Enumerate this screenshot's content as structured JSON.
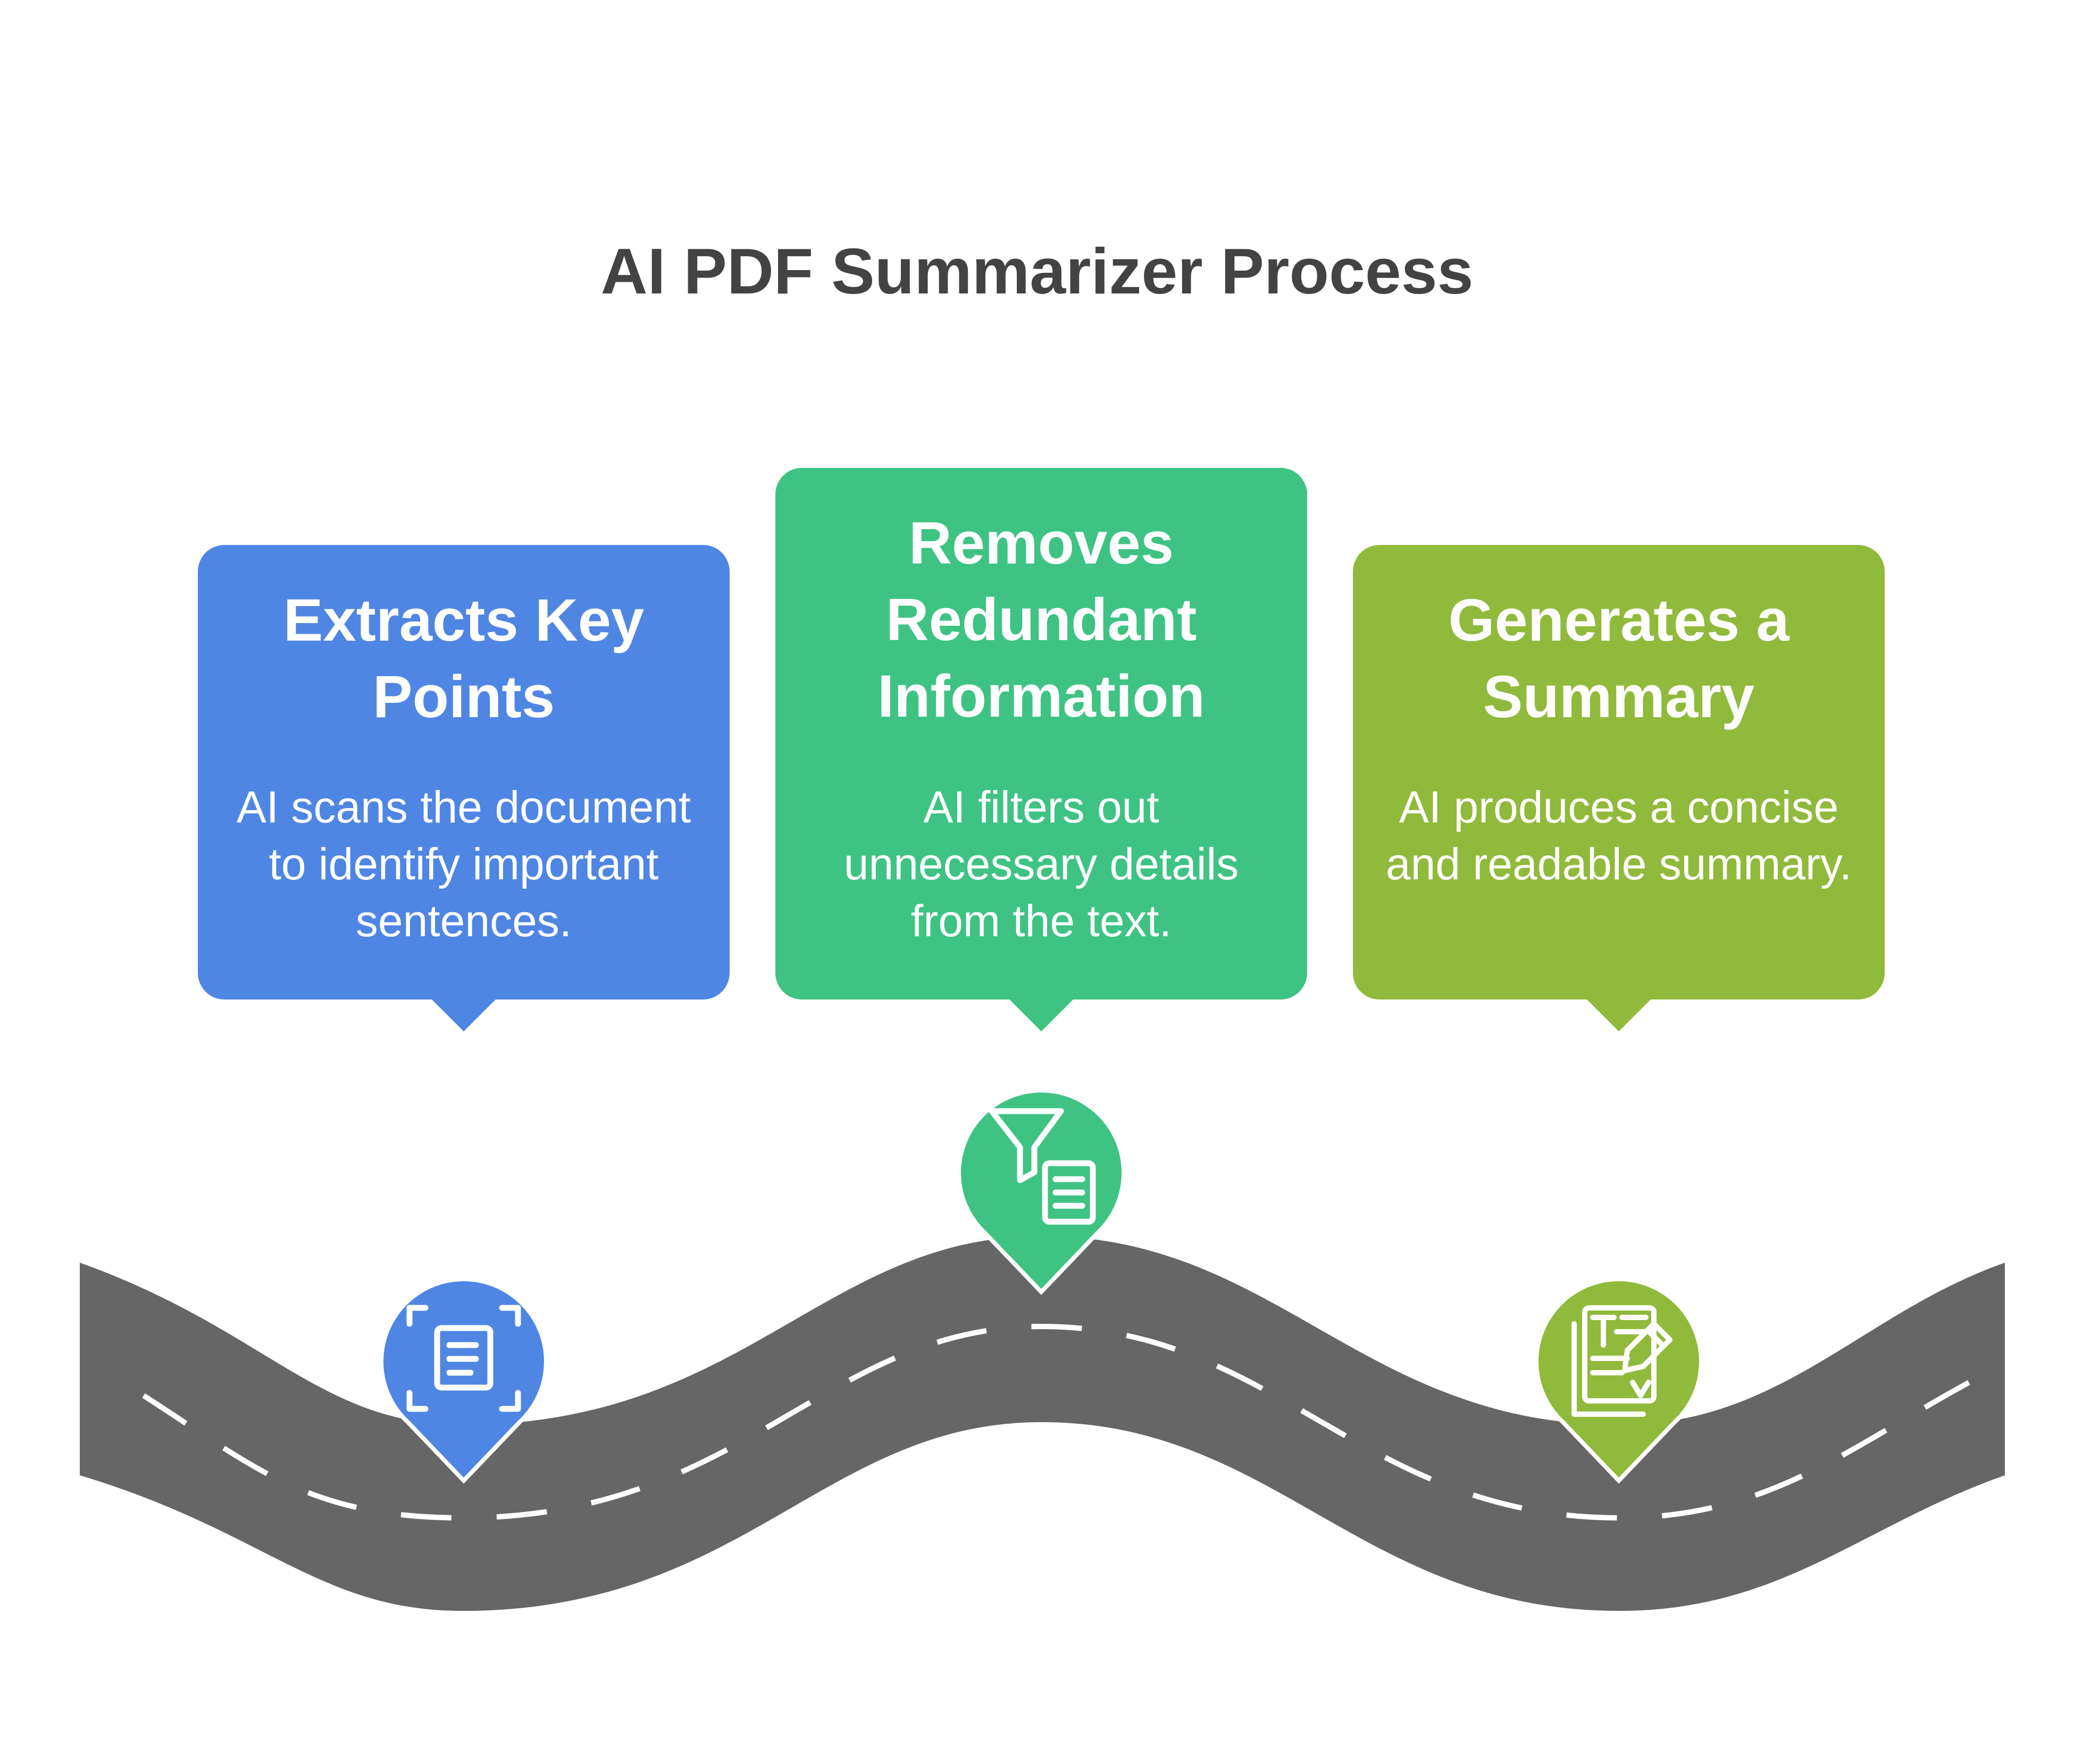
{
  "title": "AI PDF Summarizer Process",
  "steps": [
    {
      "title": "Extracts Key Points",
      "description": "AI scans the document to identify important sentences.",
      "color": "#4f86e4",
      "icon": "document-scan-icon"
    },
    {
      "title": "Removes Redundant Information",
      "description": "AI filters out unnecessary details from the text.",
      "color": "#3ec383",
      "icon": "filter-document-icon"
    },
    {
      "title": "Generates a Summary",
      "description": "AI produces a concise and readable summary.",
      "color": "#90ba3b",
      "icon": "edit-summary-icon"
    }
  ],
  "road_color": "#666666"
}
